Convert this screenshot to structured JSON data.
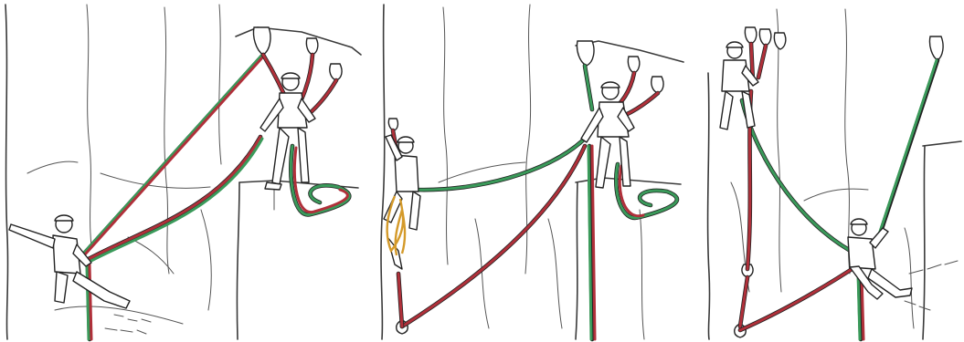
{
  "colors": {
    "background": "#ffffff",
    "rock_line": "#3a3a3a",
    "rope_green": "#3a9a5a",
    "rope_red": "#b0303a",
    "rope_orange": "#d49a2a",
    "figure_outline": "#222222"
  },
  "panels": [
    {
      "id": "panel-1",
      "description_icon": "belay-station-leader-traverse"
    },
    {
      "id": "panel-2",
      "description_icon": "belay-station-leader-climbing"
    },
    {
      "id": "panel-3",
      "description_icon": "belay-station-second-lowered"
    }
  ]
}
